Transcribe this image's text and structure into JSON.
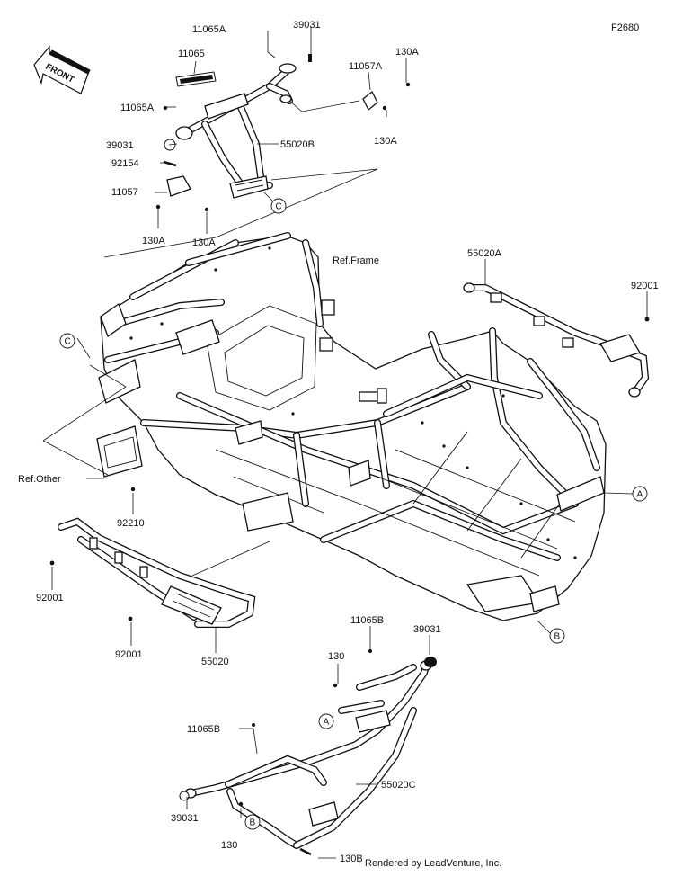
{
  "diagram": {
    "code": "F2680",
    "front_label": "FRONT",
    "credit": "Rendered by LeadVenture, Inc.",
    "parts": [
      {
        "id": "p-11065A-top",
        "label": "11065A"
      },
      {
        "id": "p-39031-top",
        "label": "39031"
      },
      {
        "id": "p-130A-top",
        "label": "130A"
      },
      {
        "id": "p-11065",
        "label": "11065"
      },
      {
        "id": "p-11057A",
        "label": "11057A"
      },
      {
        "id": "p-11065A-left",
        "label": "11065A"
      },
      {
        "id": "p-130A-right",
        "label": "130A"
      },
      {
        "id": "p-39031-left",
        "label": "39031"
      },
      {
        "id": "p-55020B",
        "label": "55020B"
      },
      {
        "id": "p-92154",
        "label": "92154"
      },
      {
        "id": "p-11057",
        "label": "11057"
      },
      {
        "id": "p-130A-bl",
        "label": "130A"
      },
      {
        "id": "p-130A-br",
        "label": "130A"
      },
      {
        "id": "p-ref-frame",
        "label": "Ref.Frame"
      },
      {
        "id": "p-55020A",
        "label": "55020A"
      },
      {
        "id": "p-92001-right",
        "label": "92001"
      },
      {
        "id": "p-ref-other",
        "label": "Ref.Other"
      },
      {
        "id": "p-92210",
        "label": "92210"
      },
      {
        "id": "p-92001-left",
        "label": "92001"
      },
      {
        "id": "p-92001-mid",
        "label": "92001"
      },
      {
        "id": "p-55020",
        "label": "55020"
      },
      {
        "id": "p-11065B-top",
        "label": "11065B"
      },
      {
        "id": "p-39031-right",
        "label": "39031"
      },
      {
        "id": "p-130",
        "label": "130"
      },
      {
        "id": "p-11065B-bot",
        "label": "11065B"
      },
      {
        "id": "p-55020C",
        "label": "55020C"
      },
      {
        "id": "p-39031-bot",
        "label": "39031"
      },
      {
        "id": "p-130-bot",
        "label": "130"
      },
      {
        "id": "p-130B",
        "label": "130B"
      }
    ],
    "callouts": [
      {
        "id": "c-C-top",
        "letter": "C"
      },
      {
        "id": "c-C-left",
        "letter": "C"
      },
      {
        "id": "c-A-right",
        "letter": "A"
      },
      {
        "id": "c-B-right",
        "letter": "B"
      },
      {
        "id": "c-A-bottom",
        "letter": "A"
      },
      {
        "id": "c-B-bottom",
        "letter": "B"
      }
    ]
  }
}
